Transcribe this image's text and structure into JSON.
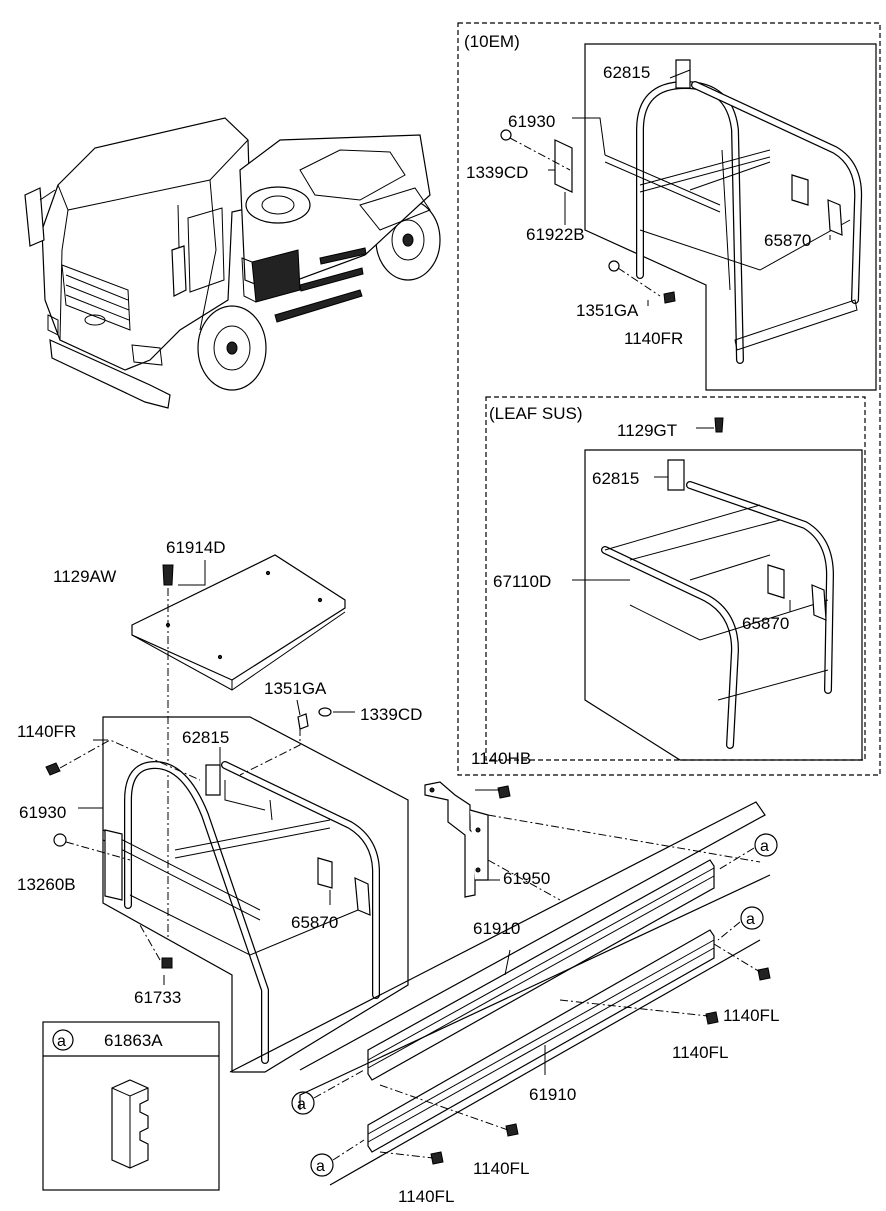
{
  "groups": {
    "tem": "(10EM)",
    "leaf_sus": "(LEAF SUS)"
  },
  "legend": {
    "marker": "a",
    "part": "61863A"
  },
  "callout_marker": "a",
  "labels": {
    "tem_62815": "62815",
    "tem_61930": "61930",
    "tem_1339CD": "1339CD",
    "tem_61922B": "61922B",
    "tem_65870": "65870",
    "tem_1351GA": "1351GA",
    "tem_1140FR": "1140FR",
    "leaf_1129GT": "1129GT",
    "leaf_62815": "62815",
    "leaf_67110D": "67110D",
    "leaf_65870": "65870",
    "m_61914D": "61914D",
    "m_1129AW": "1129AW",
    "m_1351GA": "1351GA",
    "m_1339CD": "1339CD",
    "m_1140FR": "1140FR",
    "m_62815": "62815",
    "m_61930": "61930",
    "m_13260B": "13260B",
    "m_65870": "65870",
    "m_61733": "61733",
    "m_1140HB": "1140HB",
    "m_61950": "61950",
    "m_61910_top": "61910",
    "m_1140FL_1": "1140FL",
    "m_1140FL_2": "1140FL",
    "m_61910_bot": "61910",
    "m_1140FL_3": "1140FL",
    "m_1140FL_4": "1140FL"
  }
}
